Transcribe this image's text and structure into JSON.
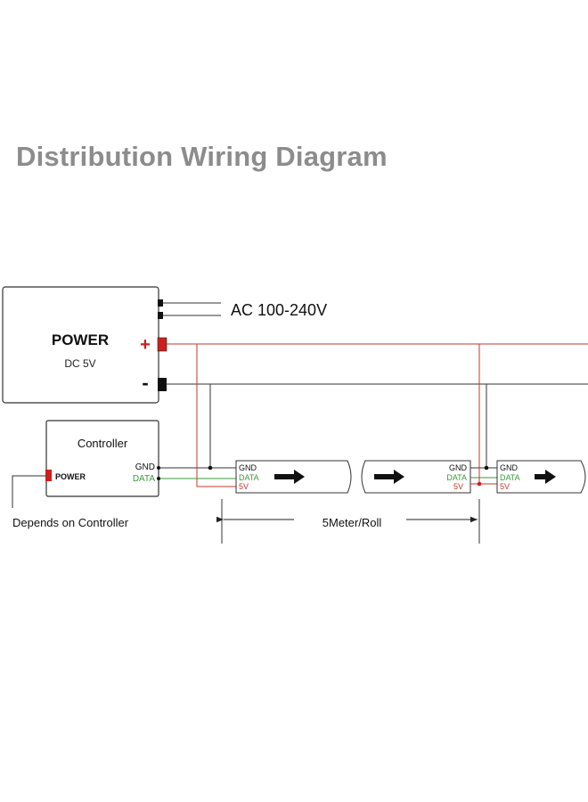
{
  "title": "Distribution Wiring Diagram",
  "power_supply": {
    "label": "POWER",
    "voltage": "DC 5V",
    "plus_symbol": "+",
    "minus_symbol": "-",
    "ac_input_label": "AC 100-240V"
  },
  "controller": {
    "label": "Controller",
    "power_port_label": "POWER",
    "gnd_label": "GND",
    "data_label": "DATA",
    "note": "Depends on Controller"
  },
  "strip": {
    "gnd_label": "GND",
    "data_label": "DATA",
    "v5_label": "5V",
    "length_label": "5Meter/Roll"
  },
  "colors": {
    "title": "#8c8c8c",
    "positive_wire": "#c0392b",
    "data_wire": "#3a9a3a",
    "ground_wire": "#333333",
    "connector_red": "#cc1f1f",
    "data_text": "#3a9a3a",
    "v5_text": "#c0392b",
    "plus_text": "#cc1f1f"
  }
}
